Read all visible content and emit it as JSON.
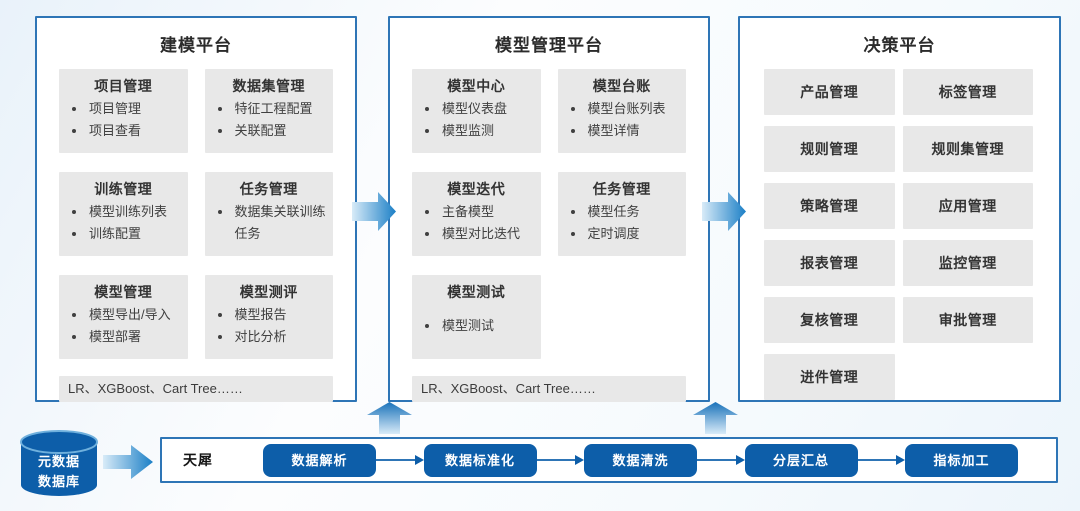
{
  "platforms": [
    {
      "title": "建模平台",
      "cards": [
        {
          "title": "项目管理",
          "items": [
            "项目管理",
            "项目查看"
          ]
        },
        {
          "title": "数据集管理",
          "items": [
            "特征工程配置",
            "关联配置"
          ]
        },
        {
          "title": "训练管理",
          "items": [
            "模型训练列表",
            "训练配置"
          ]
        },
        {
          "title": "任务管理",
          "items": [
            "数据集关联训练任务"
          ]
        },
        {
          "title": "模型管理",
          "items": [
            "模型导出/导入",
            "模型部署"
          ]
        },
        {
          "title": "模型测评",
          "items": [
            "模型报告",
            "对比分析"
          ]
        }
      ],
      "footer": "LR、XGBoost、Cart Tree……"
    },
    {
      "title": "模型管理平台",
      "cards": [
        {
          "title": "模型中心",
          "items": [
            "模型仪表盘",
            "模型监测"
          ]
        },
        {
          "title": "模型台账",
          "items": [
            "模型台账列表",
            "模型详情"
          ]
        },
        {
          "title": "模型迭代",
          "items": [
            "主备模型",
            "模型对比迭代"
          ]
        },
        {
          "title": "任务管理",
          "items": [
            "模型任务",
            "定时调度"
          ]
        },
        {
          "title": "模型测试",
          "items": [
            "模型测试"
          ],
          "spaced": true
        }
      ],
      "footer": "LR、XGBoost、Cart Tree……"
    },
    {
      "title": "决策平台",
      "cards": [
        {
          "title": "产品管理"
        },
        {
          "title": "标签管理"
        },
        {
          "title": "规则管理"
        },
        {
          "title": "规则集管理"
        },
        {
          "title": "策略管理"
        },
        {
          "title": "应用管理"
        },
        {
          "title": "报表管理"
        },
        {
          "title": "监控管理"
        },
        {
          "title": "复核管理"
        },
        {
          "title": "审批管理"
        },
        {
          "title": "进件管理"
        }
      ]
    }
  ],
  "database": {
    "label_line1": "元数据",
    "label_line2": "数据库"
  },
  "pipeline": {
    "label": "天犀",
    "steps": [
      "数据解析",
      "数据标准化",
      "数据清洗",
      "分层汇总",
      "指标加工"
    ]
  },
  "icons": {
    "right_flow_arrow": "gradient-right-arrow",
    "up_flow_arrow": "gradient-up-arrow",
    "database_shape": "cylinder"
  },
  "colors": {
    "panel_border_blue": "#2e75b6",
    "dark_blue": "#0d5ea9",
    "card_gray": "#e8e8e8",
    "arrow_gradient_light": "#cfe6f7",
    "arrow_gradient_dark": "#1b7fc6",
    "background_tint": "#e9f2fa"
  }
}
